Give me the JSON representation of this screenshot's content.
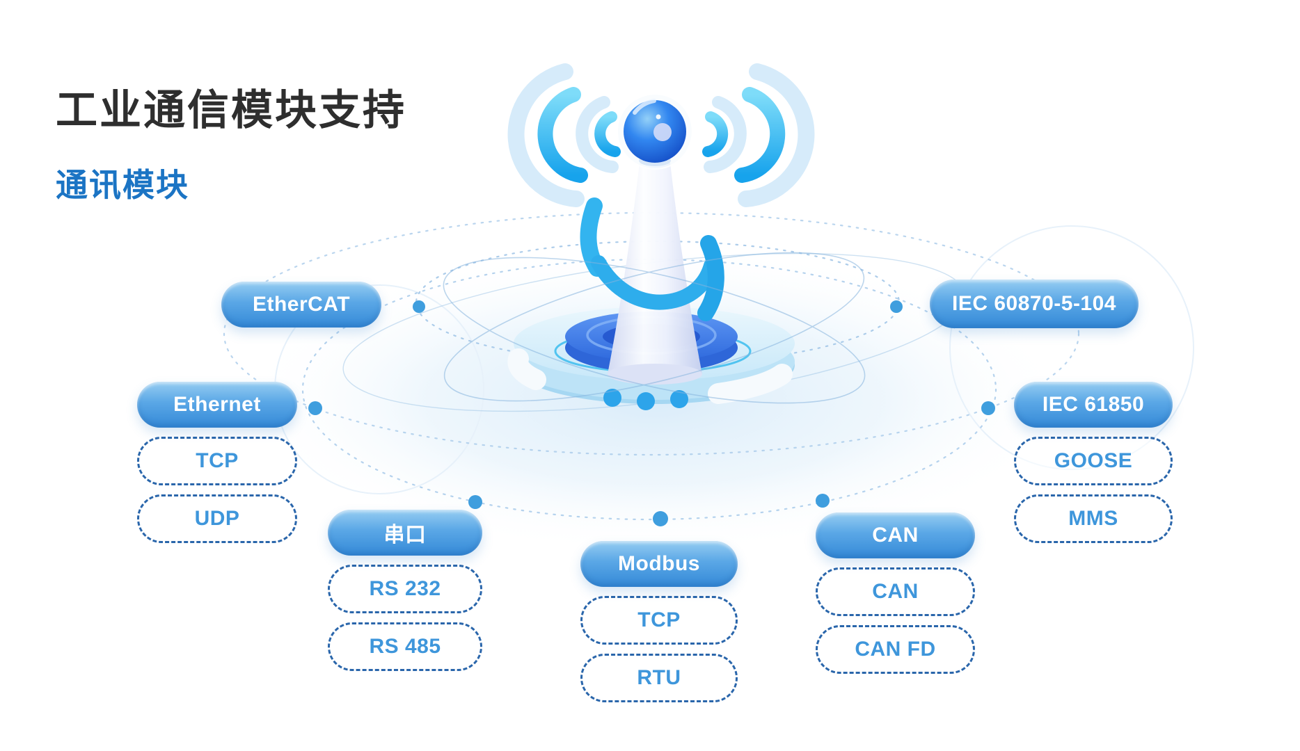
{
  "title": "工业通信模块支持",
  "subtitle": "通讯模块",
  "colors": {
    "title_text": "#2e2e2e",
    "subtitle_text": "#1b74c4",
    "pill_gradient_top": "#96cdf2",
    "pill_gradient_bottom": "#3489d7",
    "pill_text": "#ffffff",
    "dashed_border": "#2a66ab",
    "dashed_text": "#3e96db",
    "orbit_dot": "#3f9ede",
    "wave_cyan": "#29b2f0"
  },
  "protocols": {
    "ethercat": {
      "label": "EtherCAT"
    },
    "iec104": {
      "label": "IEC 60870-5-104"
    },
    "ethernet": {
      "label": "Ethernet",
      "items": [
        "TCP",
        "UDP"
      ]
    },
    "iec61850": {
      "label": "IEC 61850",
      "items": [
        "GOOSE",
        "MMS"
      ]
    },
    "serial": {
      "label": "串口",
      "items": [
        "RS 232",
        "RS 485"
      ]
    },
    "modbus": {
      "label": "Modbus",
      "items": [
        "TCP",
        "RTU"
      ]
    },
    "can": {
      "label": "CAN",
      "items": [
        "CAN",
        "CAN FD"
      ]
    }
  },
  "illustration": {
    "name": "wireless-beacon-3d"
  }
}
